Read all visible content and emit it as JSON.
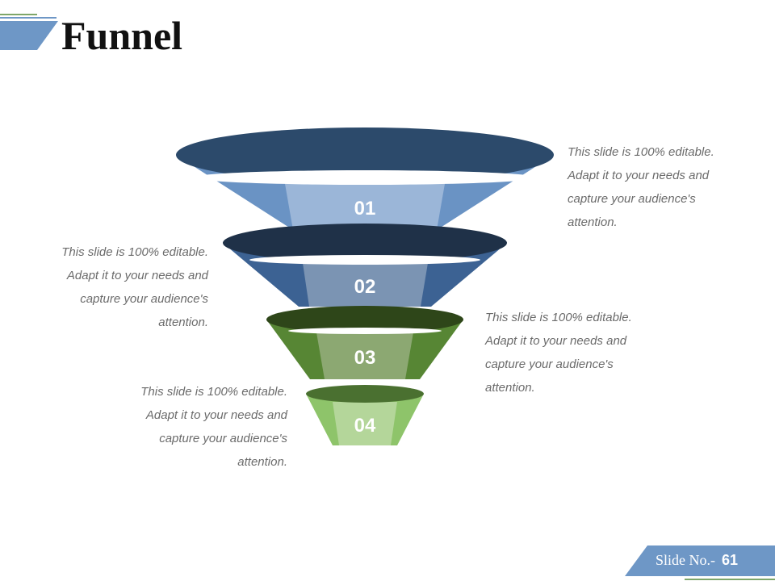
{
  "slide": {
    "title": "Funnel",
    "footer_label": "Slide No.-",
    "footer_number": "61"
  },
  "colors": {
    "title": "#111111",
    "accent_blue": "#6e97c6",
    "footer_line": "#7ea669",
    "description_text": "#6b6b6b"
  },
  "funnel": {
    "stages": [
      {
        "label": "01",
        "rim": "#2c4a6b",
        "side": "#6a93c4",
        "center": "#9bb6d8",
        "text": [
          "This slide is 100% editable.",
          "Adapt it to your needs and",
          "capture your audience's",
          "attention."
        ]
      },
      {
        "label": "02",
        "rim": "#1f3148",
        "side": "#3c6293",
        "center": "#7b94b3",
        "text": [
          "This slide is 100% editable.",
          "Adapt it to your needs and",
          "capture your audience's",
          "attention."
        ]
      },
      {
        "label": "03",
        "rim": "#2e4619",
        "side": "#578634",
        "center": "#8ca872",
        "text": [
          "This slide is 100% editable.",
          "Adapt it to your needs and",
          "capture your audience's",
          "attention."
        ]
      },
      {
        "label": "04",
        "rim": "#4a7030",
        "side": "#8ec46a",
        "center": "#b4d69a",
        "text": [
          "This slide is 100% editable.",
          "Adapt it to your needs and",
          "capture your audience's",
          "attention."
        ]
      }
    ]
  }
}
